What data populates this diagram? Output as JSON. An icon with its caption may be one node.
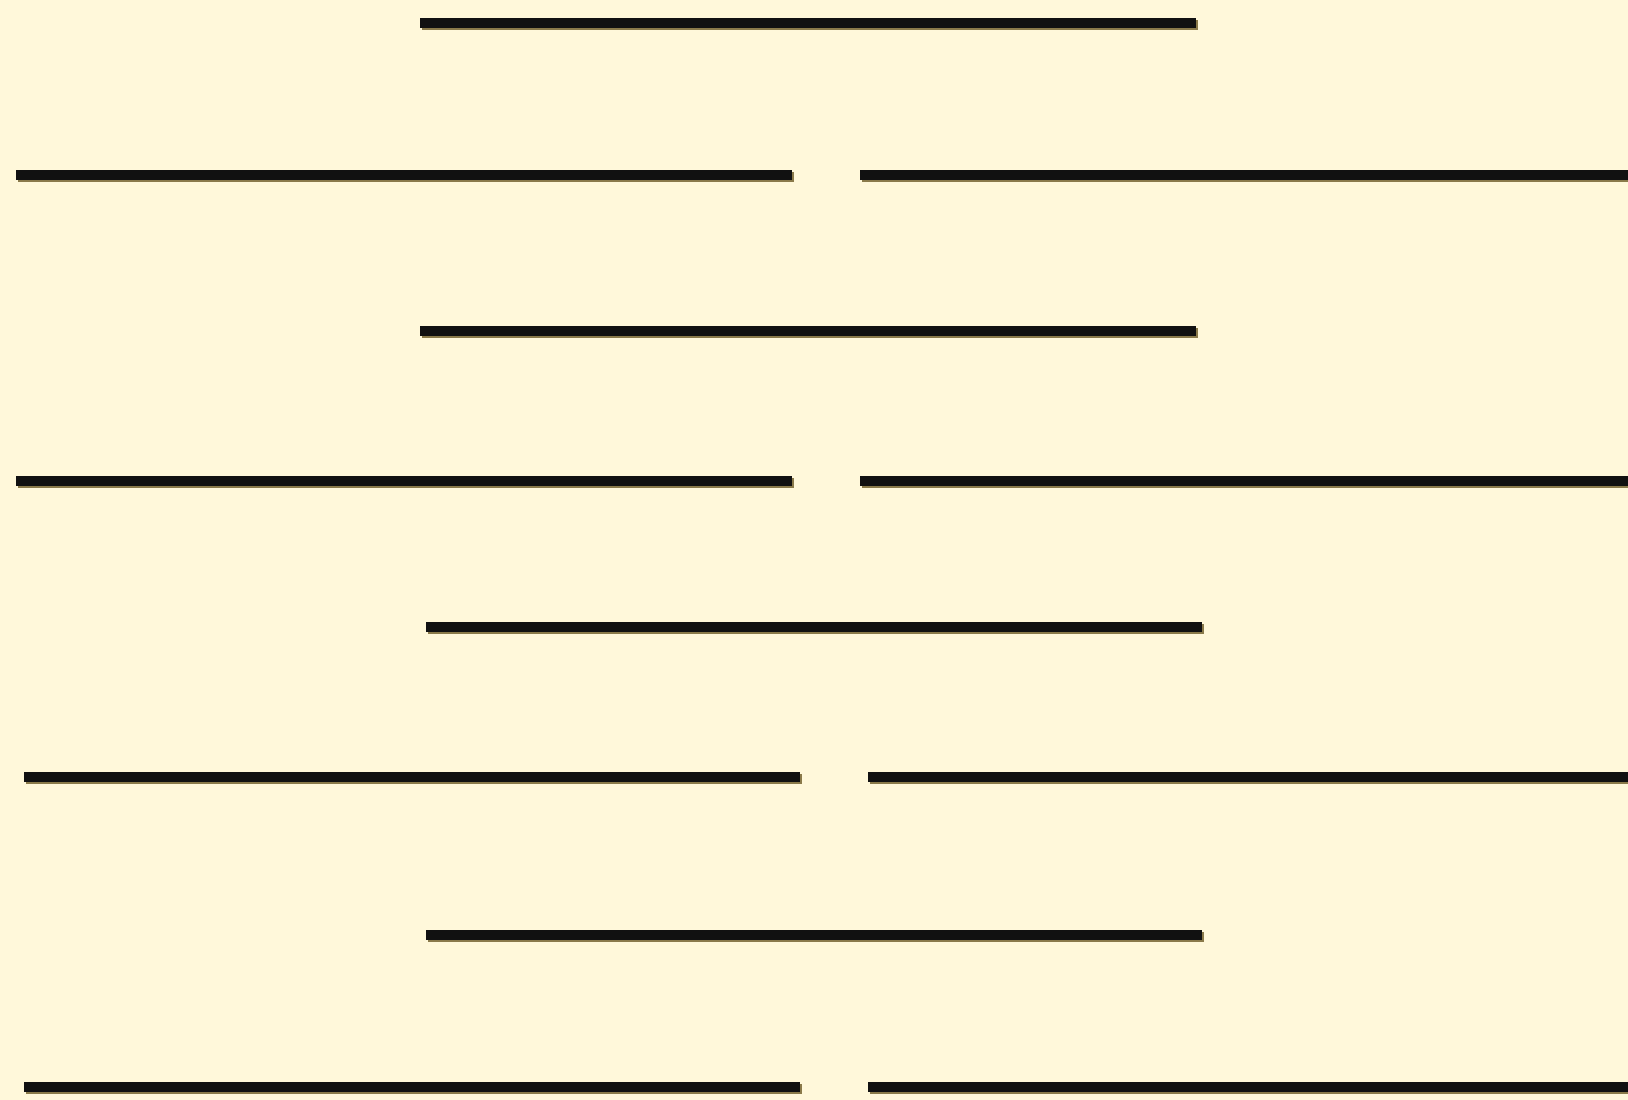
{
  "diagram": {
    "nodes": [
      {
        "text": [],
        "shape": "bar"
      },
      {
        "text": [],
        "shape": "bar"
      },
      {
        "text": [],
        "shape": "bar"
      },
      {
        "text": [],
        "shape": "bar"
      },
      {
        "text": [],
        "shape": "bar"
      },
      {
        "text": [],
        "shape": "bar"
      },
      {
        "text": [],
        "shape": "bar"
      },
      {
        "text": [],
        "shape": "bar"
      },
      {
        "text": [],
        "shape": "bar"
      },
      {
        "text": [],
        "shape": "bar"
      },
      {
        "text": [],
        "shape": "bar"
      },
      {
        "text": [],
        "shape": "bar"
      }
    ]
  }
}
